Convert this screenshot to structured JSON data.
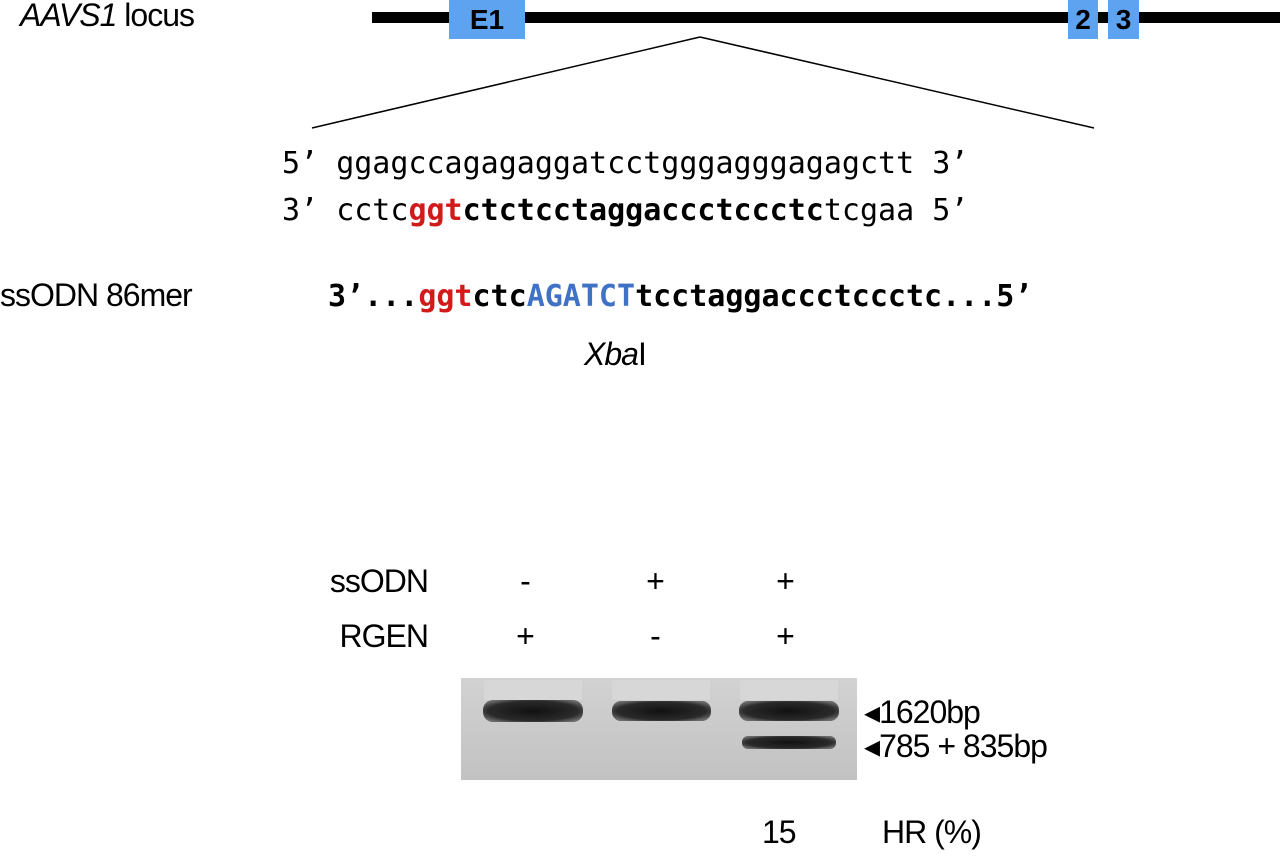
{
  "locus": {
    "label_italic": "AAVS1",
    "label_rest": " locus",
    "exons": [
      "E1",
      "2",
      "3"
    ]
  },
  "sequence": {
    "top": {
      "prefix": "5’ ",
      "seq": "ggagccagagaggatcctgggagggagagctt",
      "suffix": " 3’"
    },
    "bottom": {
      "prefix": "3’ ",
      "plain_start": "cctc",
      "pam": "ggt",
      "bold_seq": "ctctcctaggaccctccctc",
      "plain_end": "tcgaa",
      "suffix": " 5’"
    }
  },
  "ssodn": {
    "label": "ssODN 86mer",
    "start": "3’...",
    "pam": "ggt",
    "mid": "ctc",
    "insert": "AGATCT",
    "rest": "tcctaggaccctccctc",
    "end": "...5’",
    "enzyme_italic": "Xba",
    "enzyme_rest": "I"
  },
  "gel": {
    "row_labels": [
      "ssODN",
      "RGEN"
    ],
    "lanes": [
      {
        "ssodn": "-",
        "rgen": "+"
      },
      {
        "ssodn": "+",
        "rgen": "-"
      },
      {
        "ssodn": "+",
        "rgen": "+"
      }
    ],
    "band_labels": [
      "◂1620bp",
      "◂785 + 835bp"
    ],
    "hr_value": "15",
    "hr_label": "HR (%)"
  },
  "colors": {
    "exon": "#5ea3f0",
    "pam": "#d11a1a",
    "insert": "#3f72c4",
    "gel_bg": "#c9c9c9"
  }
}
